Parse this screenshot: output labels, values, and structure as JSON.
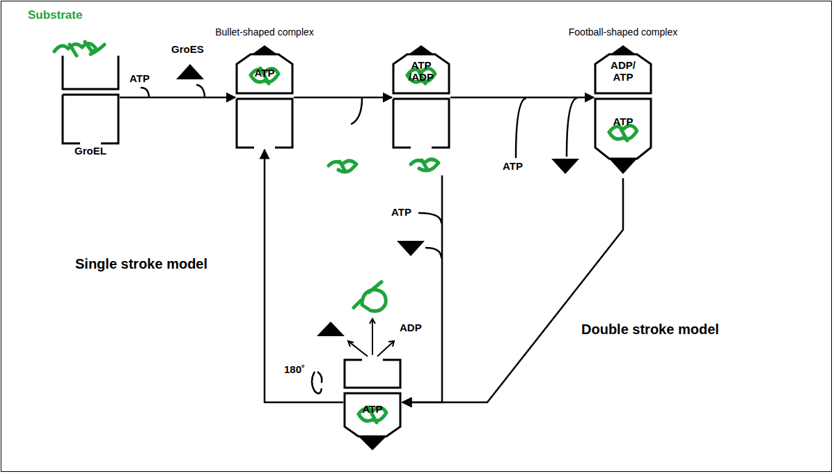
{
  "diagram": {
    "nodes": [
      {
        "text": [
          "Substrate",
          "GroEL"
        ]
      },
      {
        "text": [
          "Bullet-shaped complex",
          "ATP"
        ]
      },
      {
        "text": [
          "ATP /ADP"
        ]
      },
      {
        "text": [
          "Football-shaped complex",
          "ADP/ ATP",
          "ATP"
        ]
      },
      {
        "text": [
          "ATP"
        ]
      }
    ],
    "edges": [
      {
        "from": 0,
        "to": 1,
        "arrow": "to",
        "label": "ATP"
      },
      {
        "from": 1,
        "to": 2,
        "arrow": "to"
      },
      {
        "from": 2,
        "to": 3,
        "arrow": "to",
        "label": "ATP"
      },
      {
        "from": 2,
        "to": 4,
        "arrow": "to",
        "label": "ATP"
      },
      {
        "from": 3,
        "to": 4,
        "arrow": "to",
        "label": "Double stroke model"
      },
      {
        "from": 4,
        "to": 1,
        "arrow": "to",
        "label": "Single stroke model"
      }
    ],
    "labels": [
      "GroES",
      "180˚",
      "ADP"
    ]
  }
}
